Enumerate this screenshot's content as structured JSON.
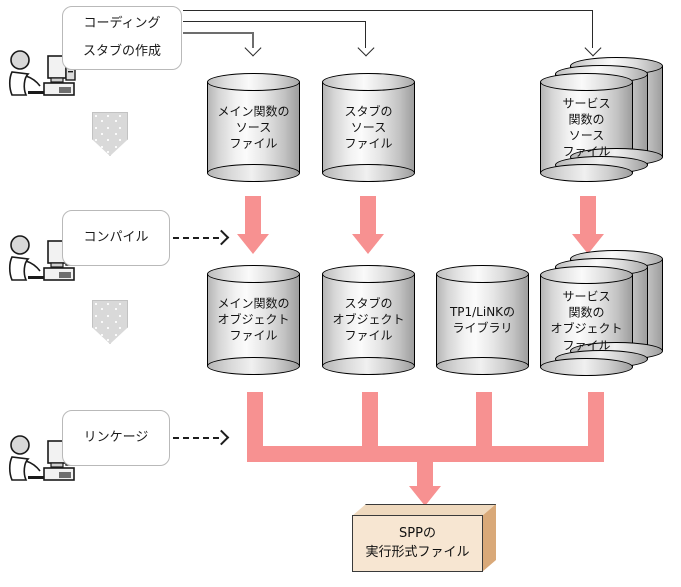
{
  "diagram": {
    "title": "SPP build flow",
    "colors": {
      "pink_arrow": "#F79191",
      "cylinder_fill": "#E0E0E0",
      "box_face": "#F7E6D2",
      "box_side": "#D9A979",
      "pentagon": "#D9D9D9",
      "line": "#2A2A2A"
    }
  },
  "stages": [
    {
      "id": "coding",
      "label_lines": [
        "コーディング",
        "スタブの作成"
      ],
      "actor_name": "person-at-computer"
    },
    {
      "id": "compile",
      "label_lines": [
        "コンパイル"
      ],
      "actor_name": "person-at-computer"
    },
    {
      "id": "linkage",
      "label_lines": [
        "リンケージ"
      ],
      "actor_name": "person-at-computer"
    }
  ],
  "source_files": [
    {
      "id": "main-source",
      "lines": [
        "メイン関数の",
        "ソース",
        "ファイル"
      ],
      "stacked": false
    },
    {
      "id": "stub-source",
      "lines": [
        "スタブの",
        "ソース",
        "ファイル"
      ],
      "stacked": false
    },
    {
      "id": "service-source",
      "lines": [
        "サービス",
        "関数の",
        "ソース",
        "ファイル"
      ],
      "stacked": true
    }
  ],
  "object_files": [
    {
      "id": "main-object",
      "lines": [
        "メイン関数の",
        "オブジェクト",
        "ファイル"
      ],
      "stacked": false
    },
    {
      "id": "stub-object",
      "lines": [
        "スタブの",
        "オブジェクト",
        "ファイル"
      ],
      "stacked": false
    },
    {
      "id": "tp1-library",
      "lines": [
        "TP1/LiNKの",
        "ライブラリ"
      ],
      "stacked": false
    },
    {
      "id": "service-object",
      "lines": [
        "サービス",
        "関数の",
        "オブジェクト",
        "ファイル"
      ],
      "stacked": true
    }
  ],
  "output": {
    "id": "spp-executable",
    "lines": [
      "SPPの",
      "実行形式ファイル"
    ]
  }
}
